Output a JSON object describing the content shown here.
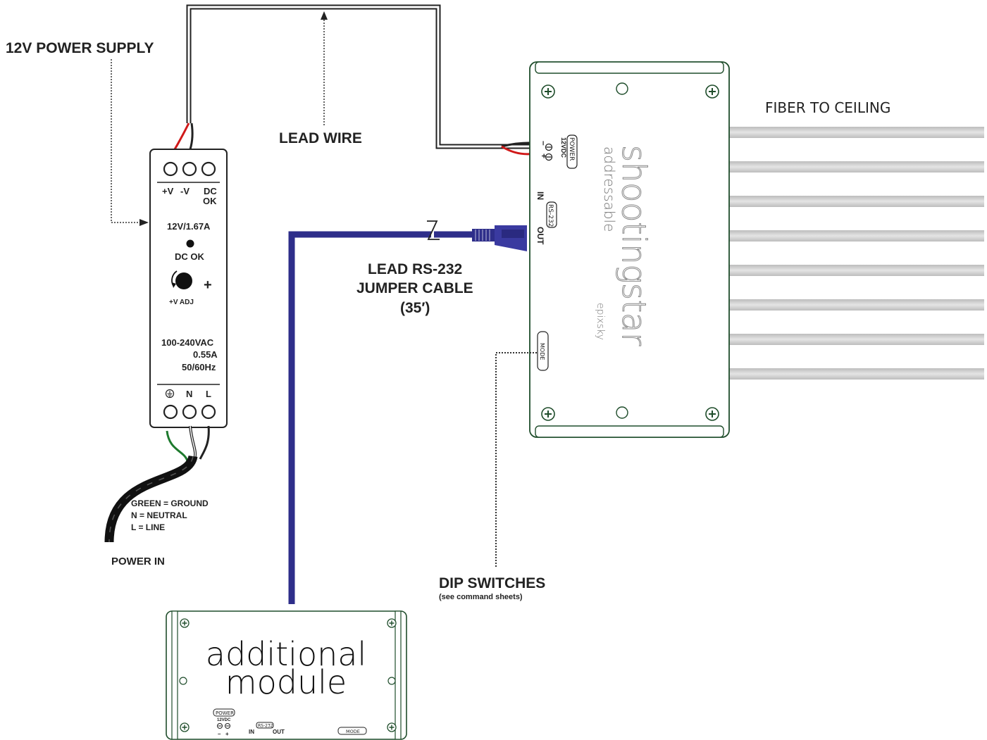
{
  "labels": {
    "power_supply": "12V POWER SUPPLY",
    "lead_wire": "LEAD WIRE",
    "fiber": "FIBER TO CEILING",
    "rs232_line1": "LEAD RS-232",
    "rs232_line2": "JUMPER CABLE",
    "rs232_line3": "(35′)",
    "dip_title": "DIP SWITCHES",
    "dip_sub": "(see command sheets)",
    "power_in": "POWER IN",
    "legend_green": "GREEN = GROUND",
    "legend_n": "N = NEUTRAL",
    "legend_l": "L = LINE"
  },
  "psu": {
    "terminal_pos": "+V",
    "terminal_neg": "-V",
    "dc_ok_1": "DC",
    "dc_ok_2": "OK",
    "rating": "12V/1.67A",
    "led_label": "DC OK",
    "plus": "+",
    "adj_label": "+V ADJ",
    "input_voltage": "100-240VAC",
    "input_current": "0.55A",
    "input_freq": "50/60Hz",
    "term_n": "N",
    "term_l": "L"
  },
  "main_module": {
    "brand_small": "addressable",
    "brand_big_1": "shooting",
    "brand_big_2": "star",
    "maker": "epixsky",
    "power_label": "POWER",
    "volts": "12VDC",
    "minus": "–",
    "plus": "+",
    "in_label": "IN",
    "rs232_label": "RS-232",
    "out_label": "OUT",
    "mode_label": "MODE"
  },
  "additional_module": {
    "title_1": "additional",
    "title_2": "module",
    "power_label": "POWER",
    "volts": "12VDC",
    "minus": "–",
    "plus": "+",
    "in_label": "IN",
    "rs232_label": "RS-232",
    "out_label": "OUT",
    "mode_label": "MODE"
  },
  "colors": {
    "rs232_cable": "#2e2e8a",
    "module_outline": "#1f4d2b",
    "fiber": "#c9c9c9",
    "power_wire": "#d01919",
    "ground_wire": "#1e7a2e"
  }
}
